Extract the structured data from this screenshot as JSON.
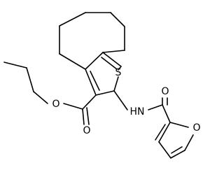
{
  "molecule": {
    "atoms": {
      "sulfur": "S",
      "ester_carbonyl_oxygen": "O",
      "ester_ether_oxygen": "O",
      "amide_nh": "HN",
      "amide_carbonyl_oxygen": "O",
      "furan_oxygen": "O"
    }
  }
}
